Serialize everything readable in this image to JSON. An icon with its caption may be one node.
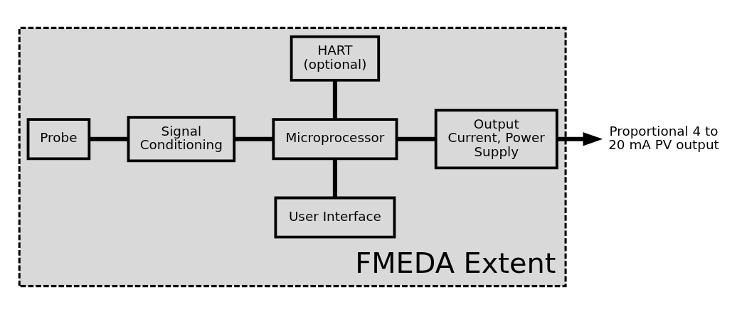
{
  "diagram": {
    "nodes": [
      {
        "text": [
          "FMEDA Extent"
        ]
      },
      {
        "text": [
          "User Interface"
        ],
        "in": 0
      },
      {
        "text": [
          "Probe"
        ],
        "in": 0
      },
      {
        "text": [
          "Signal Conditioning"
        ],
        "in": 0
      },
      {
        "text": [
          "Microprocessor"
        ],
        "in": 0
      },
      {
        "text": [
          "Output Current, Power Supply"
        ],
        "in": 0
      },
      {
        "text": [
          "HART (optional)"
        ],
        "in": 0
      },
      {
        "text": [
          "Proportional 4 to 20 mA PV output"
        ]
      }
    ],
    "edges": [
      {
        "from": 2,
        "to": 3,
        "arrow": "none"
      },
      {
        "from": 3,
        "to": 4,
        "arrow": "none"
      },
      {
        "from": 1,
        "to": 4,
        "arrow": "none"
      },
      {
        "from": 4,
        "to": 6,
        "arrow": "none"
      },
      {
        "from": 4,
        "to": 5,
        "arrow": "none"
      },
      {
        "from": 5,
        "to": 7,
        "arrow": "to"
      }
    ]
  }
}
